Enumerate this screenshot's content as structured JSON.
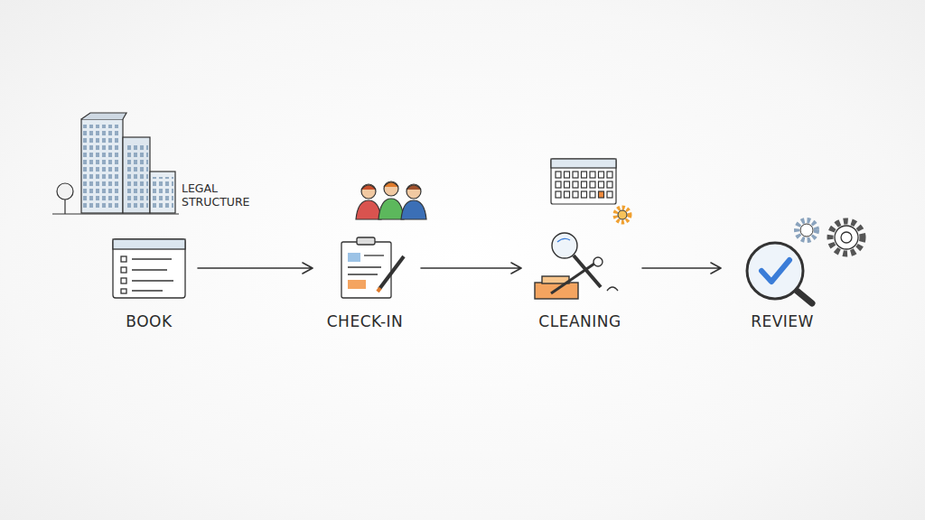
{
  "diagram": {
    "nodes": [
      {
        "text": [
          "BOOK"
        ]
      },
      {
        "text": [
          "CHECK-IN"
        ]
      },
      {
        "text": [
          "CLEANING"
        ]
      },
      {
        "text": [
          "REVIEW"
        ]
      }
    ],
    "edges": [
      {
        "from": 0,
        "to": 1,
        "arrow": "to"
      },
      {
        "from": 1,
        "to": 2,
        "arrow": "to"
      },
      {
        "from": 2,
        "to": 3,
        "arrow": "to"
      }
    ],
    "labels": [
      "LEGAL STRUCTURE"
    ]
  }
}
